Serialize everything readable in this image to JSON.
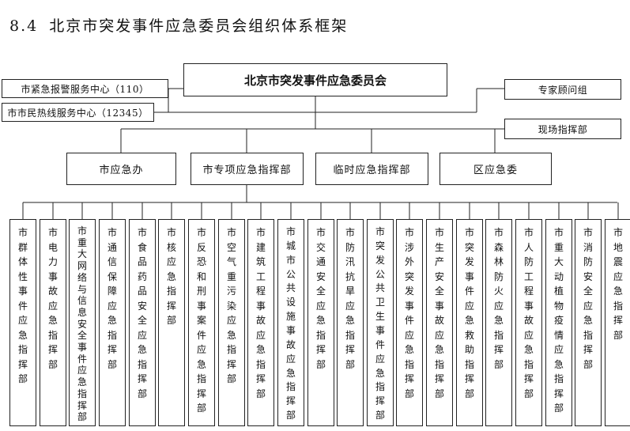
{
  "page": {
    "title_number": "8.4",
    "title_text": "北京市突发事件应急委员会组织体系框架"
  },
  "diagram": {
    "root": "北京市突发事件应急委员会",
    "left_nodes": [
      "市紧急报警服务中心（110）",
      "市市民热线服务中心（12345）"
    ],
    "right_nodes": [
      "专家顾问组",
      "现场指挥部"
    ],
    "mid_nodes": [
      "市应急办",
      "市专项应急指挥部",
      "临时应急指挥部",
      "区应急委"
    ],
    "command_centers": [
      "市群体性事件应急指挥部",
      "市电力事故应急指挥部",
      "市重大网络与信息安全事件应急指挥部",
      "市通信保障应急指挥部",
      "市食品药品安全应急指挥部",
      "市核应急指挥部",
      "市反恐和刑事案件应急指挥部",
      "市空气重污染应急指挥部",
      "市建筑工程事故应急指挥部",
      "市城市公共设施事故应急指挥部",
      "市交通安全应急指挥部",
      "市防汛抗旱应急指挥部",
      "市突发公共卫生事件应急指挥部",
      "市涉外突发事件应急指挥部",
      "市生产安全事故应急指挥部",
      "市突发事件应急救助指挥部",
      "市森林防火应急指挥部",
      "市人防工程事故应急指挥部",
      "市重大动植物疫情应急指挥部",
      "市消防安全应急指挥部",
      "市地震应急指挥部"
    ]
  }
}
